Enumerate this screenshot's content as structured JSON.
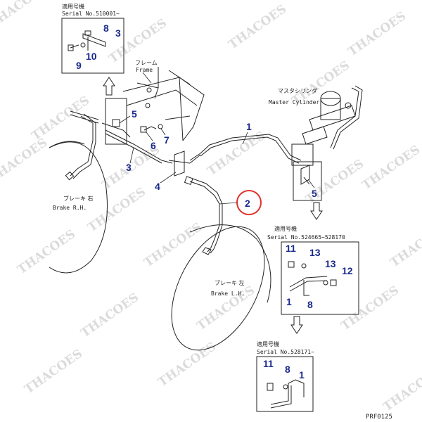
{
  "watermark": "THACOES",
  "drawing_code": "PRF0125",
  "labels": {
    "brake_rh_jp": "ブレーキ 右",
    "brake_rh_en": "Brake R.H.",
    "brake_lh_jp": "ブレーキ 左",
    "brake_lh_en": "Brake L.H.",
    "frame_jp": "フレーム",
    "frame_en": "Frame",
    "master_jp": "マスタシリンダ",
    "master_en": "Master Cylinder"
  },
  "inset_top": {
    "header_jp": "適用号機",
    "serial": "Serial No.510001~",
    "parts": [
      "8",
      "3",
      "10",
      "9"
    ]
  },
  "inset_mid": {
    "header_jp": "適用号機",
    "serial": "Serial No.524665~528170",
    "parts": [
      "11",
      "13",
      "13",
      "12",
      "1",
      "8"
    ]
  },
  "inset_bot": {
    "header_jp": "適用号機",
    "serial": "Serial No.528171~",
    "parts": [
      "11",
      "8",
      "1"
    ]
  },
  "callouts": {
    "c1": "1",
    "c2": "2",
    "c3": "3",
    "c4": "4",
    "c5a": "5",
    "c5b": "5",
    "c6": "6",
    "c7": "7"
  },
  "highlight_color": "#e0302a",
  "number_color": "#1a2a8c"
}
